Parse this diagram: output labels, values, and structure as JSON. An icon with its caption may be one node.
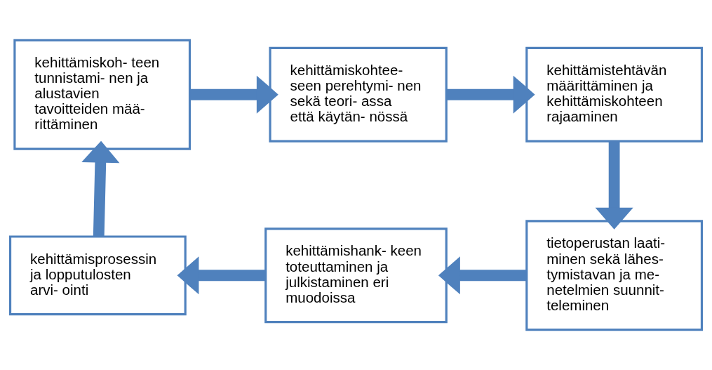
{
  "diagram": {
    "nodes": [
      {
        "text": [
          "kehittämiskoh- teen tunnistami- nen ja alustavien tavoitteiden mää- rittäminen"
        ]
      },
      {
        "text": [
          "kehittämiskohtee- seen perehtymi- nen sekä teori- assa että käytän- nössä"
        ]
      },
      {
        "text": [
          "kehittämistehtävän määrittäminen ja kehittämiskohteen rajaaminen"
        ]
      },
      {
        "text": [
          "tietoperustan laati- minen sekä lähes- tymistavan ja me- netelmien suunnit- teleminen"
        ]
      },
      {
        "text": [
          "kehittämishank- keen toteuttaminen ja julkistaminen eri muodoissa"
        ]
      },
      {
        "text": [
          "kehittämisprosessin ja lopputulosten arvi- ointi"
        ]
      }
    ],
    "edges": [
      {
        "from": 0,
        "to": 1,
        "arrow": "to"
      },
      {
        "from": 1,
        "to": 2,
        "arrow": "to"
      },
      {
        "from": 2,
        "to": 3,
        "arrow": "to"
      },
      {
        "from": 3,
        "to": 4,
        "arrow": "to"
      },
      {
        "from": 4,
        "to": 5,
        "arrow": "to"
      },
      {
        "from": 5,
        "to": 0,
        "arrow": "to"
      }
    ]
  }
}
